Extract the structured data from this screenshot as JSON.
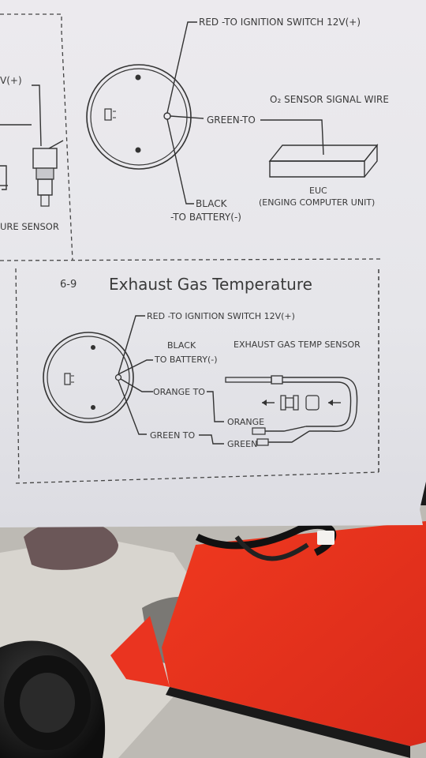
{
  "upper_diagram": {
    "left_fragment_label": "V(+)",
    "left_sensor_label": "URE SENSOR",
    "red_label": "RED -TO IGNITION SWITCH 12V(+)",
    "green_label": "GREEN-TO",
    "o2_label": "O₂ SENSOR SIGNAL WIRE",
    "black_label": "BLACK",
    "battery_label": "-TO BATTERY(-)",
    "euc_label": "EUC",
    "euc_desc": "(ENGING COMPUTER UNIT)"
  },
  "section": {
    "number": "6-9",
    "title": "Exhaust Gas Temperature"
  },
  "lower_diagram": {
    "red_label": "RED -TO IGNITION SWITCH 12V(+)",
    "black_label": "BLACK",
    "battery_label": "TO BATTERY(-)",
    "sensor_label": "EXHAUST GAS TEMP SENSOR",
    "orange_to_label": "ORANGE TO",
    "orange_label": "ORANGE",
    "green_to_label": "GREEN TO",
    "green_label": "GREEN"
  },
  "colors": {
    "paper": "#e9e9ec",
    "ink": "#333333",
    "red_box": "#e8301f",
    "background": "#1a1a1a"
  }
}
